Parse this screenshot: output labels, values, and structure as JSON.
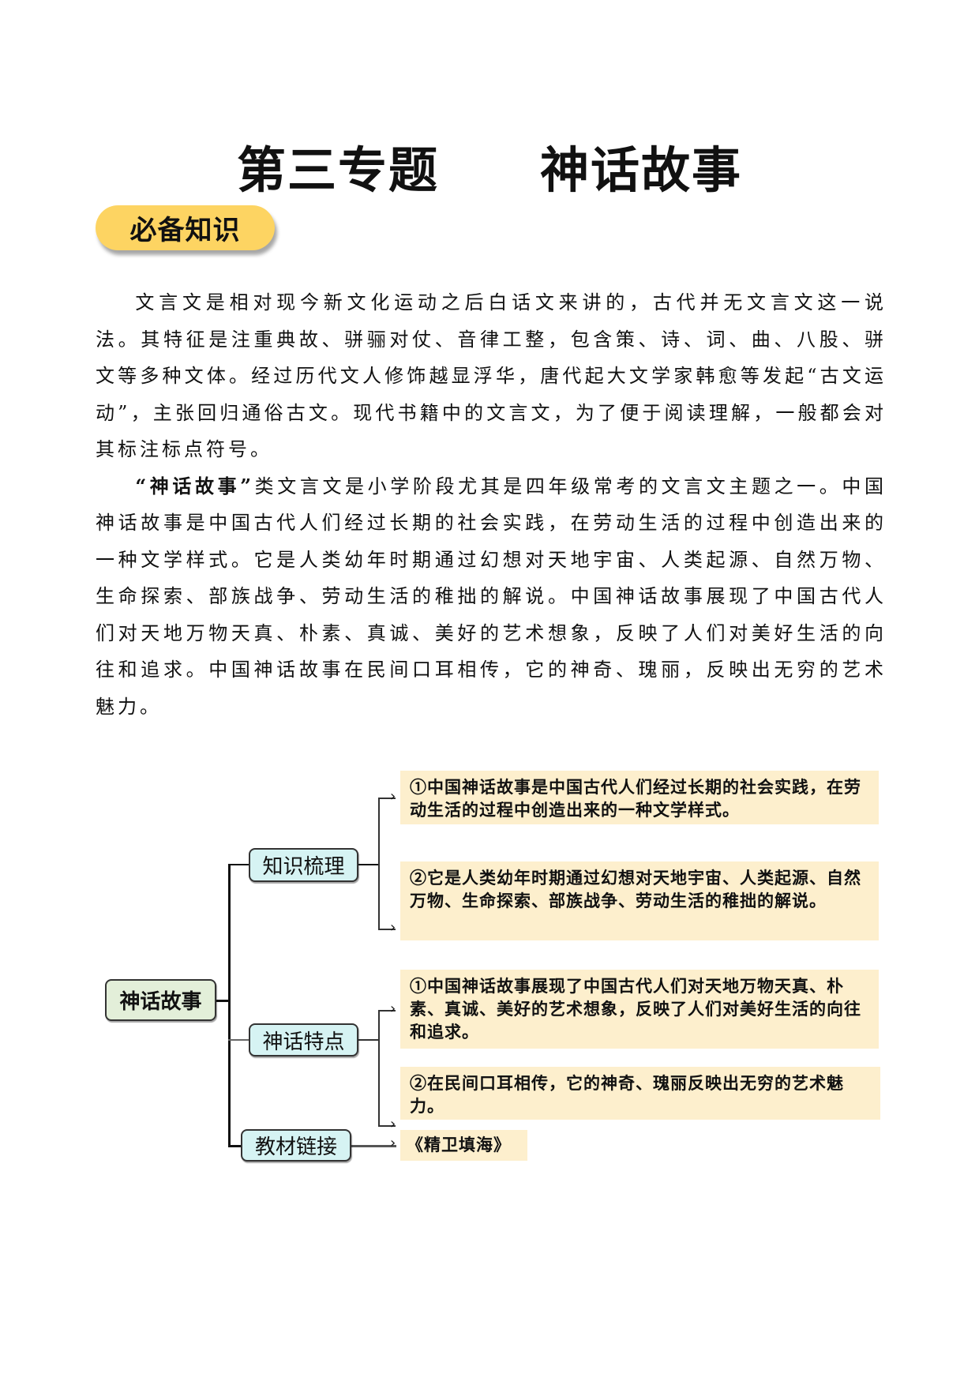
{
  "page": {
    "title": "第三专题　　神话故事",
    "section_badge": "必备知识"
  },
  "body": {
    "paragraphs": [
      {
        "text": "文言文是相对现今新文化运动之后白话文来讲的，古代并无文言文这一说法。其特征是注重典故、骈骊对仗、音律工整，包含策、诗、词、曲、八股、骈文等多种文体。经过历代文人修饰越显浮华，唐代起大文学家韩愈等发起“古文运动”，主张回归通俗古文。现代书籍中的文言文，为了便于阅读理解，一般都会对其标注标点符号。"
      },
      {
        "emphasis": "“神话故事”",
        "text": "类文言文是小学阶段尤其是四年级常考的文言文主题之一。中国神话故事是中国古代人们经过长期的社会实践，在劳动生活的过程中创造出来的一种文学样式。它是人类幼年时期通过幻想对天地宇宙、人类起源、自然万物、生命探索、部族战争、劳动生活的稚拙的解说。中国神话故事展现了中国古代人们对天地万物天真、朴素、真诚、美好的艺术想象，反映了人们对美好生活的向往和追求。中国神话故事在民间口耳相传，它的神奇、瑰丽，反映出无穷的艺术魅力。"
      }
    ]
  },
  "mindmap": {
    "root": "神话故事",
    "branches": [
      {
        "label": "知识梳理",
        "items": [
          "①中国神话故事是中国古代人们经过长期的社会实践，在劳动生活的过程中创造出来的一种文学样式。",
          "②它是人类幼年时期通过幻想对天地宇宙、人类起源、自然万物、生命探索、部族战争、劳动生活的稚拙的解说。"
        ]
      },
      {
        "label": "神话特点",
        "items": [
          "①中国神话故事展现了中国古代人们对天地万物天真、朴素、真诚、美好的艺术想象，反映了人们对美好生活的向往和追求。",
          "②在民间口耳相传，它的神奇、瑰丽反映出无穷的艺术魅力。"
        ]
      },
      {
        "label": "教材链接",
        "items": [
          "《精卫填海》"
        ]
      }
    ],
    "colors": {
      "root_fill": "#e3efd9",
      "branch_fill": "#d6f3f3",
      "leaf_fill": "#fdefcd",
      "badge_fill": "#fdd462"
    }
  }
}
